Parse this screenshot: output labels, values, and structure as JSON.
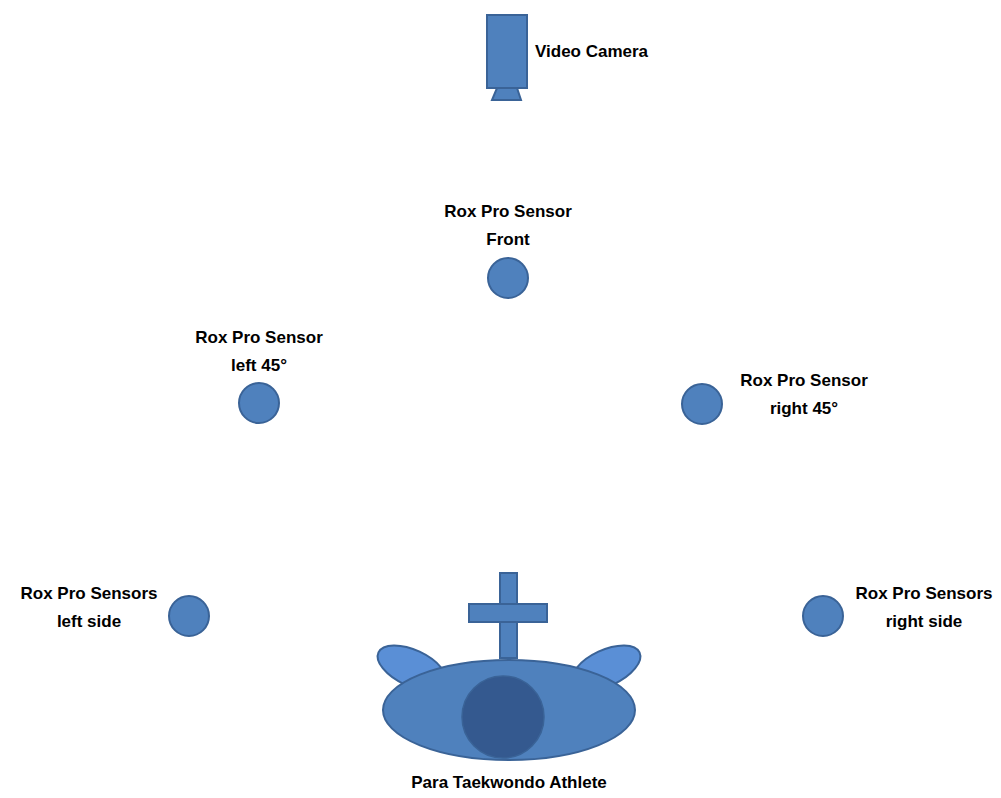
{
  "diagram": {
    "nodes": [
      {
        "text": [
          "Video Camera"
        ]
      },
      {
        "text": [
          "Rox Pro Sensor Front"
        ]
      },
      {
        "text": [
          "Rox Pro Sensor left 45°"
        ]
      },
      {
        "text": [
          "Rox Pro Sensor right 45°"
        ]
      },
      {
        "text": [
          "Rox Pro Sensors left side"
        ]
      },
      {
        "text": [
          "Rox Pro Sensors right side"
        ]
      },
      {
        "text": [
          "Para Taekwondo Athlete"
        ]
      }
    ]
  }
}
